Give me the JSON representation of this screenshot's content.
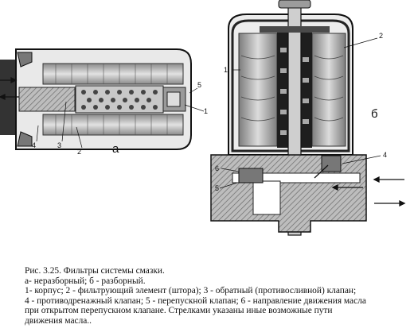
{
  "figure": {
    "left_numbers": [
      "1",
      "2",
      "3",
      "4",
      "5"
    ],
    "left_letter": "а",
    "right_numbers": [
      "1",
      "2",
      "4",
      "5",
      "6"
    ],
    "right_letter": "б"
  },
  "caption": {
    "title": "Рис. 3.25. Фильтры системы смазки.",
    "line1": "а- неразборный;  б - разборный.",
    "line2": "1- корпус; 2 - фильтрующий элемент (штора); 3 - обратный (противосливной) клапан;",
    "line3": "4 - противодренажный клапан; 5 - перепускной клапан; 6 - направление движения масла",
    "line4": "при открытом перепускном клапане. Стрелками указаны иные возможные  пути",
    "line5": "движения масла.."
  }
}
